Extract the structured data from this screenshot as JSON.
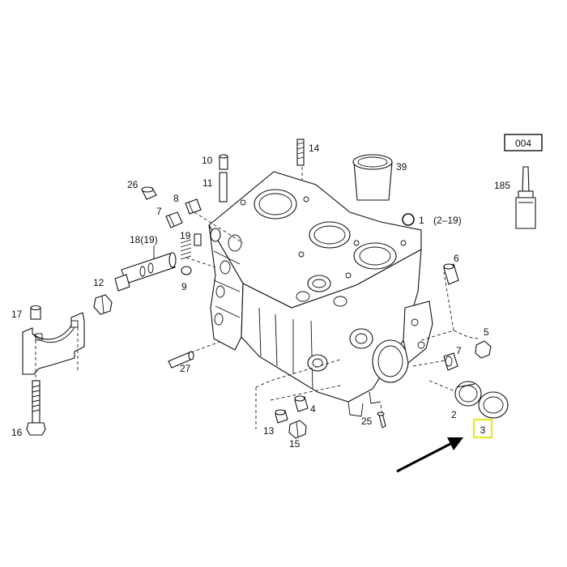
{
  "diagram": {
    "page_code": "004",
    "kit_note": "(2–19)",
    "highlight_color": "#e8e82a",
    "arrow_color": "#000000",
    "line_color": "#111111",
    "callouts": {
      "c1": "1",
      "c2": "2",
      "c3": "3",
      "c4": "4",
      "c5": "5",
      "c6": "6",
      "c7a": "7",
      "c7b": "7",
      "c8": "8",
      "c9": "9",
      "c10": "10",
      "c11": "11",
      "c12": "12",
      "c13": "13",
      "c14": "14",
      "c15": "15",
      "c16": "16",
      "c17": "17",
      "c18": "18(19)",
      "c19": "19",
      "c25": "25",
      "c26": "26",
      "c27": "27",
      "c39": "39",
      "c185": "185"
    }
  }
}
